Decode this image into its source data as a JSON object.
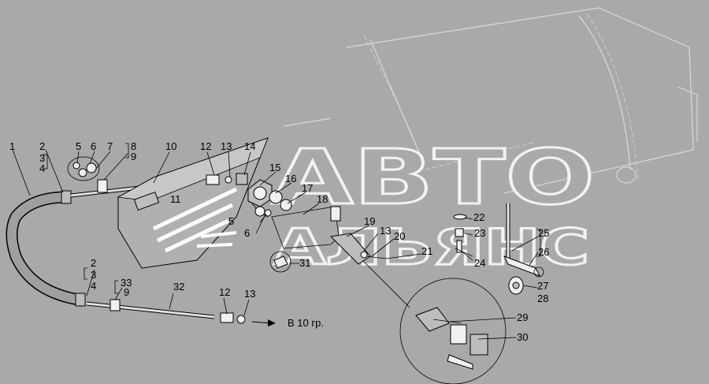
{
  "watermark": {
    "line1": "АВТО",
    "line2": "АЛЬЯНС"
  },
  "callouts": [
    {
      "id": "c1",
      "text": "1"
    },
    {
      "id": "c2a",
      "text": "2"
    },
    {
      "id": "c3a",
      "text": "3"
    },
    {
      "id": "c4a",
      "text": "4"
    },
    {
      "id": "c5a",
      "text": "5"
    },
    {
      "id": "c6a",
      "text": "6"
    },
    {
      "id": "c7",
      "text": "7"
    },
    {
      "id": "c8",
      "text": "8"
    },
    {
      "id": "c9a",
      "text": "9"
    },
    {
      "id": "c10",
      "text": "10"
    },
    {
      "id": "c11",
      "text": "11"
    },
    {
      "id": "c12a",
      "text": "12"
    },
    {
      "id": "c13a",
      "text": "13"
    },
    {
      "id": "c14",
      "text": "14"
    },
    {
      "id": "c15",
      "text": "15"
    },
    {
      "id": "c16",
      "text": "16"
    },
    {
      "id": "c17",
      "text": "17"
    },
    {
      "id": "c18",
      "text": "18"
    },
    {
      "id": "c19",
      "text": "19"
    },
    {
      "id": "c13b",
      "text": "13"
    },
    {
      "id": "c20",
      "text": "20"
    },
    {
      "id": "c21",
      "text": "21"
    },
    {
      "id": "c5b",
      "text": "5"
    },
    {
      "id": "c6b",
      "text": "6"
    },
    {
      "id": "c31",
      "text": "31"
    },
    {
      "id": "c22",
      "text": "22"
    },
    {
      "id": "c23",
      "text": "23"
    },
    {
      "id": "c24",
      "text": "24"
    },
    {
      "id": "c25",
      "text": "25"
    },
    {
      "id": "c26",
      "text": "26"
    },
    {
      "id": "c27",
      "text": "27"
    },
    {
      "id": "c28",
      "text": "28"
    },
    {
      "id": "c2b",
      "text": "2"
    },
    {
      "id": "c3b",
      "text": "3"
    },
    {
      "id": "c4b",
      "text": "4"
    },
    {
      "id": "c33",
      "text": "33"
    },
    {
      "id": "c9b",
      "text": "9"
    },
    {
      "id": "c32",
      "text": "32"
    },
    {
      "id": "c12b",
      "text": "12"
    },
    {
      "id": "c13c",
      "text": "13"
    },
    {
      "id": "c29",
      "text": "29"
    },
    {
      "id": "c30",
      "text": "30"
    }
  ],
  "direction_note": "В 10 гр."
}
